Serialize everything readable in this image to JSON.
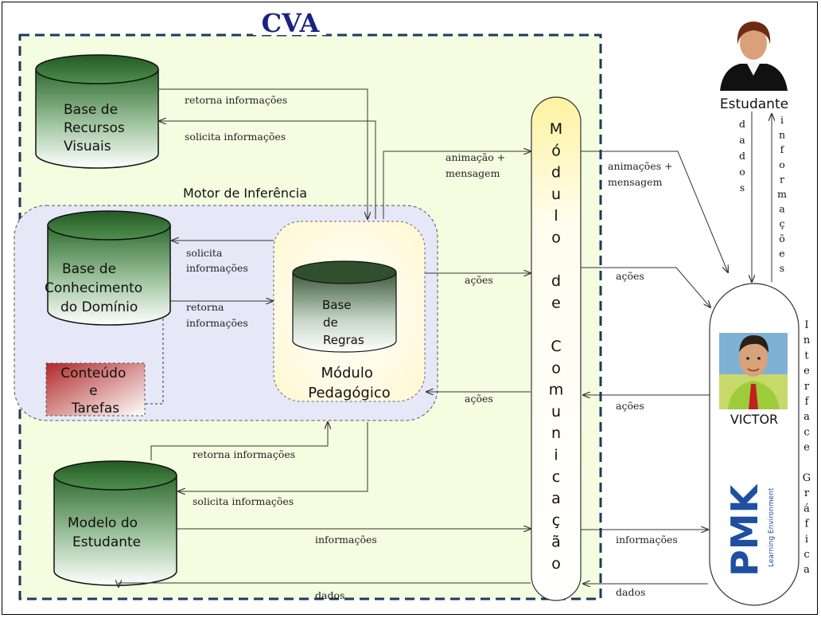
{
  "title": "CVA",
  "motor_label": "Motor de Inferência",
  "repositories": {
    "recursos": [
      "Base de",
      "Recursos",
      "Visuais"
    ],
    "conhecimento": [
      "Base de",
      "Conhecimento",
      "do Domínio"
    ],
    "conteudo": [
      "Conteúdo",
      "e",
      "Tarefas"
    ],
    "modelo": [
      "Modelo do",
      "Estudante"
    ],
    "regras": [
      "Base",
      "de",
      "Regras"
    ]
  },
  "pedagogico": [
    "Módulo",
    "Pedagógico"
  ],
  "comunicacao_letters": [
    "M",
    "ó",
    "d",
    "u",
    "l",
    "o",
    "",
    "d",
    "e",
    "",
    "C",
    "o",
    "m",
    "u",
    "n",
    "i",
    "c",
    "a",
    "ç",
    "ã",
    "o"
  ],
  "interface_letters": [
    "I",
    "n",
    "t",
    "e",
    "r",
    "f",
    "a",
    "c",
    "e",
    "",
    "G",
    "r",
    "á",
    "f",
    "i",
    "c",
    "a"
  ],
  "estudante_label": "Estudante",
  "dados_vertical": [
    "d",
    "a",
    "d",
    "o",
    "s"
  ],
  "informacoes_vertical": [
    "i",
    "n",
    "f",
    "o",
    "r",
    "m",
    "a",
    "ç",
    "õ",
    "e",
    "s"
  ],
  "victor_label": "VICTOR",
  "pmk": {
    "logo_text": "PMK",
    "tagline": "Learning Environment"
  },
  "flow_labels": {
    "retorna_recursos": "retorna informações",
    "solicita_recursos": "solicita informações",
    "animacao": [
      "animação +",
      "mensagem"
    ],
    "solicita_conhecimento": [
      "solicita",
      "informações"
    ],
    "retorna_conhecimento": [
      "retorna",
      "informações"
    ],
    "acoes_out": "ações",
    "acoes_in": "ações",
    "retorna_modelo": "retorna informações",
    "solicita_modelo": "solicita informações",
    "informacoes_modelo": "informações",
    "dados_modelo": "dados",
    "animacoes_victor": [
      "animações +",
      "mensagem"
    ],
    "acoes_victor": "ações",
    "acoes_from_victor": "ações",
    "informacoes_victor": "informações",
    "dados_victor": "dados"
  },
  "colors": {
    "green_region": "#f4fde0",
    "motor_region": "#e6e8f8",
    "cylinder_dark": "#2f6b2f",
    "cylinder_light": "#ffffff",
    "conteudo_red": "#b02828",
    "border_blue": "#1c3a5c",
    "cva_title": "#1a237e"
  }
}
